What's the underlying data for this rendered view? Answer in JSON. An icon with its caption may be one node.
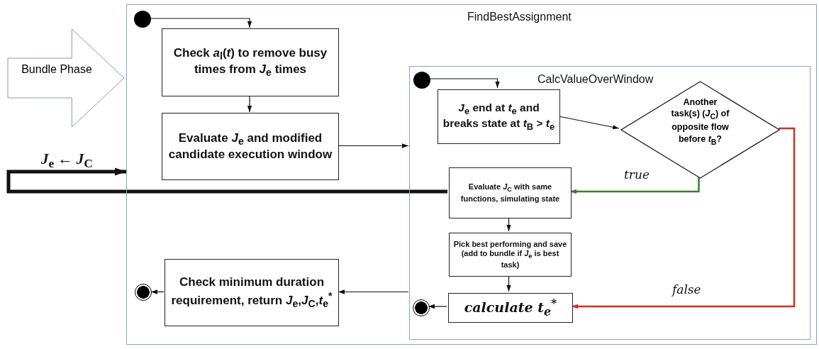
{
  "diagram": {
    "nodes": [
      {
        "text": [
          "FindBestAssignment"
        ]
      },
      {
        "text": [
          "Bundle Phase"
        ]
      },
      {
        "text": [],
        "shape": "circle",
        "in": 0
      },
      {
        "text": [
          "Check *a*$_{l}$(*t*) to remove busy times from *J*$_{e}$ times"
        ],
        "in": 0
      },
      {
        "text": [
          "Evaluate *J*$_{e}$ and modified candidate execution window"
        ],
        "in": 0
      },
      {
        "text": [
          "CalcValueOverWindow"
        ],
        "in": 0
      },
      {
        "text": [],
        "shape": "circle",
        "in": 5
      },
      {
        "text": [
          "*J*$_{e}$ end at *t*$_{e}$ and breaks state at *t*$_{B}$ > *t*$_{e}$"
        ],
        "in": 5
      },
      {
        "text": [
          "Another task(s) (*J*$_{C}$) of opposite flow before *t*$_{B}$?"
        ],
        "in": 5
      },
      {
        "text": [
          "Evaluate *J*$_{C}$ with same functions, simulating state"
        ],
        "in": 5
      },
      {
        "text": [
          "Pick best performing and save (add to bundle if *J*$_{e}$ is best task)"
        ],
        "in": 5
      },
      {
        "text": [
          "calculate t$_{e}$$^{*}$"
        ],
        "in": 5
      },
      {
        "text": [],
        "shape": "circle",
        "in": 5
      },
      {
        "text": [
          "Check minimum duration requirement, return *J*$_{e}$,*J*$_{C}$,*t*$_{e}$$^{*}$"
        ],
        "in": 0
      },
      {
        "text": [],
        "shape": "circle",
        "in": 0
      }
    ],
    "edges": [
      {
        "from": 2,
        "to": 3,
        "arrow": "to"
      },
      {
        "from": 3,
        "to": 4,
        "arrow": "to"
      },
      {
        "from": 4,
        "to": 5,
        "arrow": "to"
      },
      {
        "from": 6,
        "to": 7,
        "arrow": "to"
      },
      {
        "from": 7,
        "to": 8,
        "arrow": "to"
      },
      {
        "from": 8,
        "to": 9,
        "arrow": "to",
        "label": "true",
        "color": "#3a7d2c"
      },
      {
        "from": 8,
        "to": 11,
        "arrow": "to",
        "label": "false",
        "color": "#d0301f"
      },
      {
        "from": 9,
        "to": 10,
        "arrow": "to"
      },
      {
        "from": 10,
        "to": 11,
        "arrow": "to"
      },
      {
        "from": 11,
        "to": 12,
        "arrow": "to"
      },
      {
        "from": 5,
        "to": 13,
        "arrow": "to"
      },
      {
        "from": 13,
        "to": 14,
        "arrow": "to"
      },
      {
        "from": 9,
        "to": 0,
        "arrow": "to",
        "style": "thick",
        "label": "*J*$_{e}$ ← *J*$_{C}$"
      }
    ]
  }
}
